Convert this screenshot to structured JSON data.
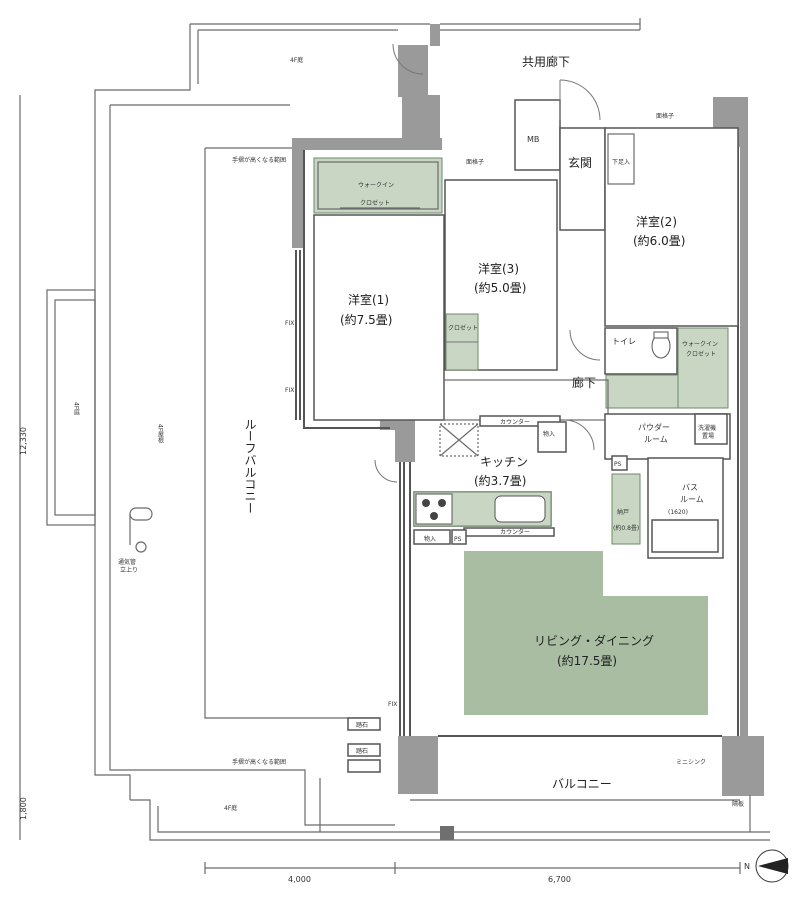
{
  "labels": {
    "corridor_shared": "共用廊下",
    "entrance": "玄関",
    "mb": "MB",
    "room1": "洋室(1)",
    "room1_size": "(約7.5畳)",
    "room2": "洋室(2)",
    "room2_size": "(約6.0畳)",
    "room3": "洋室(3)",
    "room3_size": "(約5.0畳)",
    "walkin_closet_top": "ウォークイン",
    "closet_top": "クロゼット",
    "closet_room3": "クロゼット",
    "toilet": "トイレ",
    "walkin_closet_right": "ウォークイン\nクロゼット",
    "hallway": "廊下",
    "counter_top": "カウンター",
    "storage1": "物入",
    "powder_room": "パウダー\nルーム",
    "kitchen": "キッチン",
    "kitchen_size": "(約3.7畳)",
    "ps1": "PS",
    "bath_room": "バス\nルーム",
    "bath_size": "(1620)",
    "storage_nando": "納戸",
    "storage_nando_size": "(約0.8畳)",
    "storage2": "物入",
    "ps2": "PS",
    "counter_bottom": "カウンター",
    "living": "リビング・ダイニング",
    "living_size": "(約17.5畳)",
    "roof_balcony": "ルーフバルコニー",
    "balcony": "バルコニー",
    "garden_4f_top": "4F庭",
    "garden_4f_left": "4F庭",
    "garden_4f_bottom": "4F庭",
    "roof_4f": "4F屋根",
    "railing_note_top": "手摺が高くなる範囲",
    "railing_note_bottom": "手摺が高くなる範囲",
    "fix1": "FIX",
    "fix2": "FIX",
    "fix3": "FIX",
    "stepping_stone1": "踏石",
    "stepping_stone2": "踏石",
    "vent_pipe": "通気管\n立上り",
    "mini_sink": "ミニシンク",
    "partition": "隔板",
    "lattice1": "面格子",
    "lattice2": "面格子",
    "fire_hatch": "下足入",
    "washer": "洗濯機置場",
    "dim_left_total": "12,330",
    "dim_left_balcony": "1,800",
    "dim_bottom_left": "4,000",
    "dim_bottom_right": "6,700",
    "north": "N"
  }
}
